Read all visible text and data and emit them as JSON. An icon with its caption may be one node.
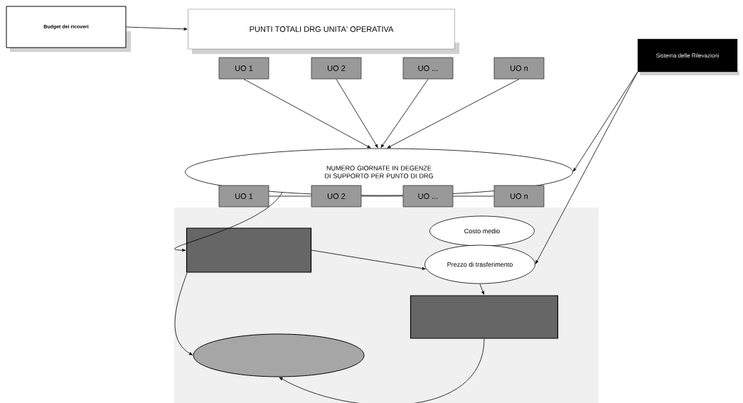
{
  "diagram": {
    "nodes": [
      {
        "text": [
          "Budget dei ricoveri"
        ]
      },
      {
        "text": [
          "PUNTI TOTALI DRG UNITA' OPERATIVA"
        ]
      },
      {
        "text": [
          "UO 1"
        ]
      },
      {
        "text": [
          "UO 2"
        ]
      },
      {
        "text": [
          "UO ..."
        ]
      },
      {
        "text": [
          "UO n"
        ]
      },
      {
        "text": [
          "Sistema delle Rilevazioni"
        ]
      },
      {
        "text": [
          "NUMERO GIORNATE IN DEGENZE DI SUPPORTO PER PUNTO DI DRG"
        ]
      },
      {
        "text": [
          "UO 1"
        ]
      },
      {
        "text": [
          "UO 2"
        ]
      },
      {
        "text": [
          "UO ..."
        ]
      },
      {
        "text": [
          "UO n"
        ]
      },
      {
        "text": [],
        "shape": "box"
      },
      {
        "text": [
          "Costo medio"
        ]
      },
      {
        "text": [
          "Prezzo di trasferimento"
        ]
      },
      {
        "text": [],
        "shape": "box"
      },
      {
        "text": [],
        "shape": "ellipse"
      }
    ],
    "edges": [
      {
        "from": 0,
        "to": 1,
        "arrow": "to"
      },
      {
        "from": 2,
        "to": 7,
        "arrow": "to"
      },
      {
        "from": 3,
        "to": 7,
        "arrow": "to"
      },
      {
        "from": 4,
        "to": 7,
        "arrow": "to"
      },
      {
        "from": 5,
        "to": 7,
        "arrow": "to"
      },
      {
        "from": 6,
        "to": 7,
        "arrow": "to"
      },
      {
        "from": 6,
        "to": 14,
        "arrow": "to"
      },
      {
        "from": 8,
        "to": 9,
        "arrow": "none"
      },
      {
        "from": 9,
        "to": 10,
        "arrow": "none"
      },
      {
        "from": 10,
        "to": 11,
        "arrow": "none"
      },
      {
        "from": 7,
        "to": 12,
        "arrow": "to"
      },
      {
        "from": 12,
        "to": 14,
        "arrow": "to"
      },
      {
        "from": 14,
        "to": 15,
        "arrow": "to"
      },
      {
        "from": 12,
        "to": 16,
        "arrow": "to"
      },
      {
        "from": 15,
        "to": 16,
        "arrow": "to"
      }
    ]
  }
}
